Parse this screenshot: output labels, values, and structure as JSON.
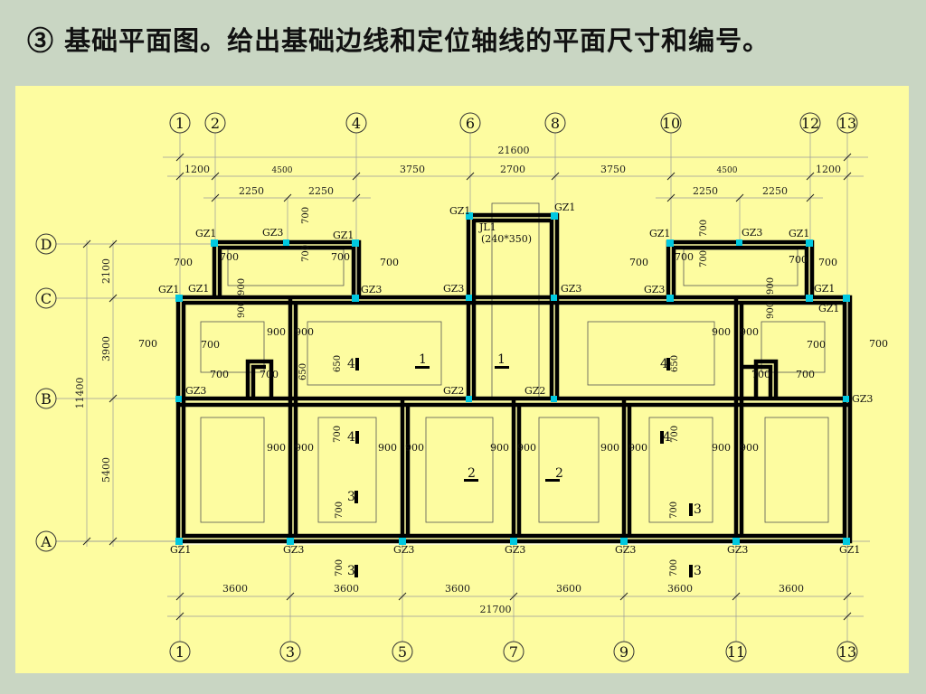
{
  "title": "③ 基础平面图。给出基础边线和定位轴线的平面尺寸和编号。",
  "colors": {
    "background": "#c9d6c3",
    "sheet": "#fdfca0",
    "wall": "#000000",
    "column": "#00c8e0",
    "line": "#333333",
    "grid": "#9a9a9a"
  },
  "axes": {
    "top": [
      "1",
      "2",
      "4",
      "6",
      "8",
      "10",
      "12",
      "13"
    ],
    "bottom": [
      "1",
      "3",
      "5",
      "7",
      "9",
      "11",
      "13"
    ],
    "left": [
      "D",
      "C",
      "B",
      "A"
    ]
  },
  "dims": {
    "top_total": "21600",
    "top_row": [
      "1200",
      "4500",
      "3750",
      "2700",
      "3750",
      "4500",
      "1200"
    ],
    "top_sub": [
      "2250",
      "2250",
      "2250",
      "2250"
    ],
    "bottom_row": [
      "3600",
      "3600",
      "3600",
      "3600",
      "3600",
      "3600"
    ],
    "bottom_total": "21700",
    "left_total": "11400",
    "left_row": [
      "2100",
      "3900",
      "5400"
    ]
  },
  "tags": {
    "gz1": "GZ1",
    "gz2": "GZ2",
    "gz3": "GZ3",
    "jl1": "JL1",
    "jl1_size": "(240*350)"
  },
  "widths": {
    "w700": "700",
    "w900": "900",
    "w650": "650"
  },
  "sections": {
    "s1": "1",
    "s2": "2",
    "s3": "3",
    "s4": "4"
  }
}
